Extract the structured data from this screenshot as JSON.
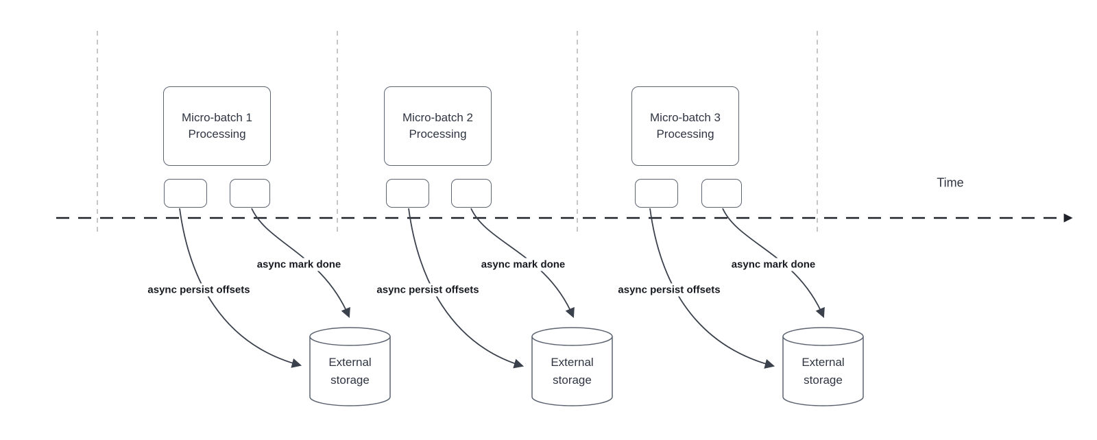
{
  "timeline": {
    "label": "Time"
  },
  "batches": [
    {
      "box_line1": "Micro-batch 1",
      "box_line2": "Processing",
      "persist_label": "async persist offsets",
      "markdone_label": "async mark done",
      "storage_line1": "External",
      "storage_line2": "storage"
    },
    {
      "box_line1": "Micro-batch 2",
      "box_line2": "Processing",
      "persist_label": "async persist offsets",
      "markdone_label": "async mark done",
      "storage_line1": "External",
      "storage_line2": "storage"
    },
    {
      "box_line1": "Micro-batch 3",
      "box_line2": "Processing",
      "persist_label": "async persist offsets",
      "markdone_label": "async mark done",
      "storage_line1": "External",
      "storage_line2": "storage"
    }
  ],
  "colors": {
    "shape_border": "#5b6370",
    "arrow_stroke": "#3a414c",
    "timeline_stroke": "#1f2329",
    "guide_line": "#b3b3b3",
    "box_text": "#2e3440",
    "label_text": "#16191f"
  }
}
